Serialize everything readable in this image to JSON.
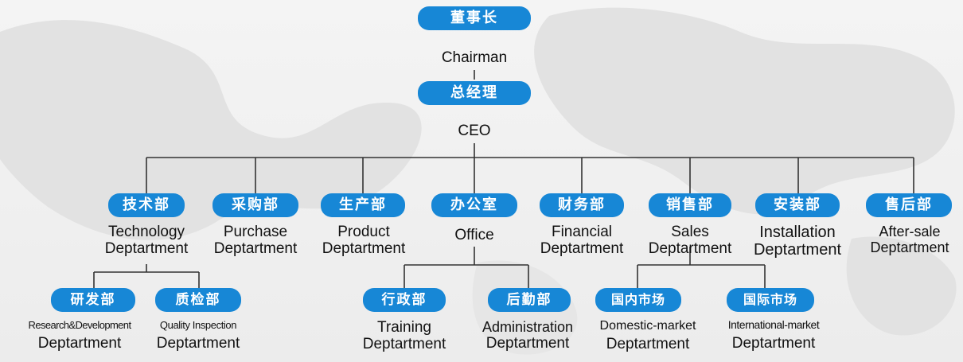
{
  "colors": {
    "node": "#1787d6",
    "line": "#333333",
    "background": "#f0f0f0"
  },
  "chairman": {
    "cn": "董事长",
    "en": "Chairman"
  },
  "ceo": {
    "cn": "总经理",
    "en": "CEO"
  },
  "departments": [
    {
      "cn": "技术部",
      "en1": "Technology",
      "en2": "Deptartment"
    },
    {
      "cn": "采购部",
      "en1": "Purchase",
      "en2": "Deptartment"
    },
    {
      "cn": "生产部",
      "en1": "Product",
      "en2": "Deptartment"
    },
    {
      "cn": "办公室",
      "en1": "Office",
      "en2": ""
    },
    {
      "cn": "财务部",
      "en1": "Financial",
      "en2": "Deptartment"
    },
    {
      "cn": "销售部",
      "en1": "Sales",
      "en2": "Deptartment"
    },
    {
      "cn": "安装部",
      "en1": "Installation",
      "en2": "Deptartment"
    },
    {
      "cn": "售后部",
      "en1": "After-sale",
      "en2": "Deptartment"
    }
  ],
  "sub_departments": [
    {
      "cn": "研发部",
      "en1": "Research&Development",
      "en2": "Deptartment"
    },
    {
      "cn": "质检部",
      "en1": "Quality Inspection",
      "en2": "Deptartment"
    },
    {
      "cn": "行政部",
      "en1": "Training",
      "en2": "Deptartment"
    },
    {
      "cn": "后勤部",
      "en1": "Administration",
      "en2": "Deptartment"
    },
    {
      "cn": "国内市场",
      "en1": "Domestic-market",
      "en2": "Deptartment"
    },
    {
      "cn": "国际市场",
      "en1": "International-market",
      "en2": "Deptartment"
    }
  ]
}
